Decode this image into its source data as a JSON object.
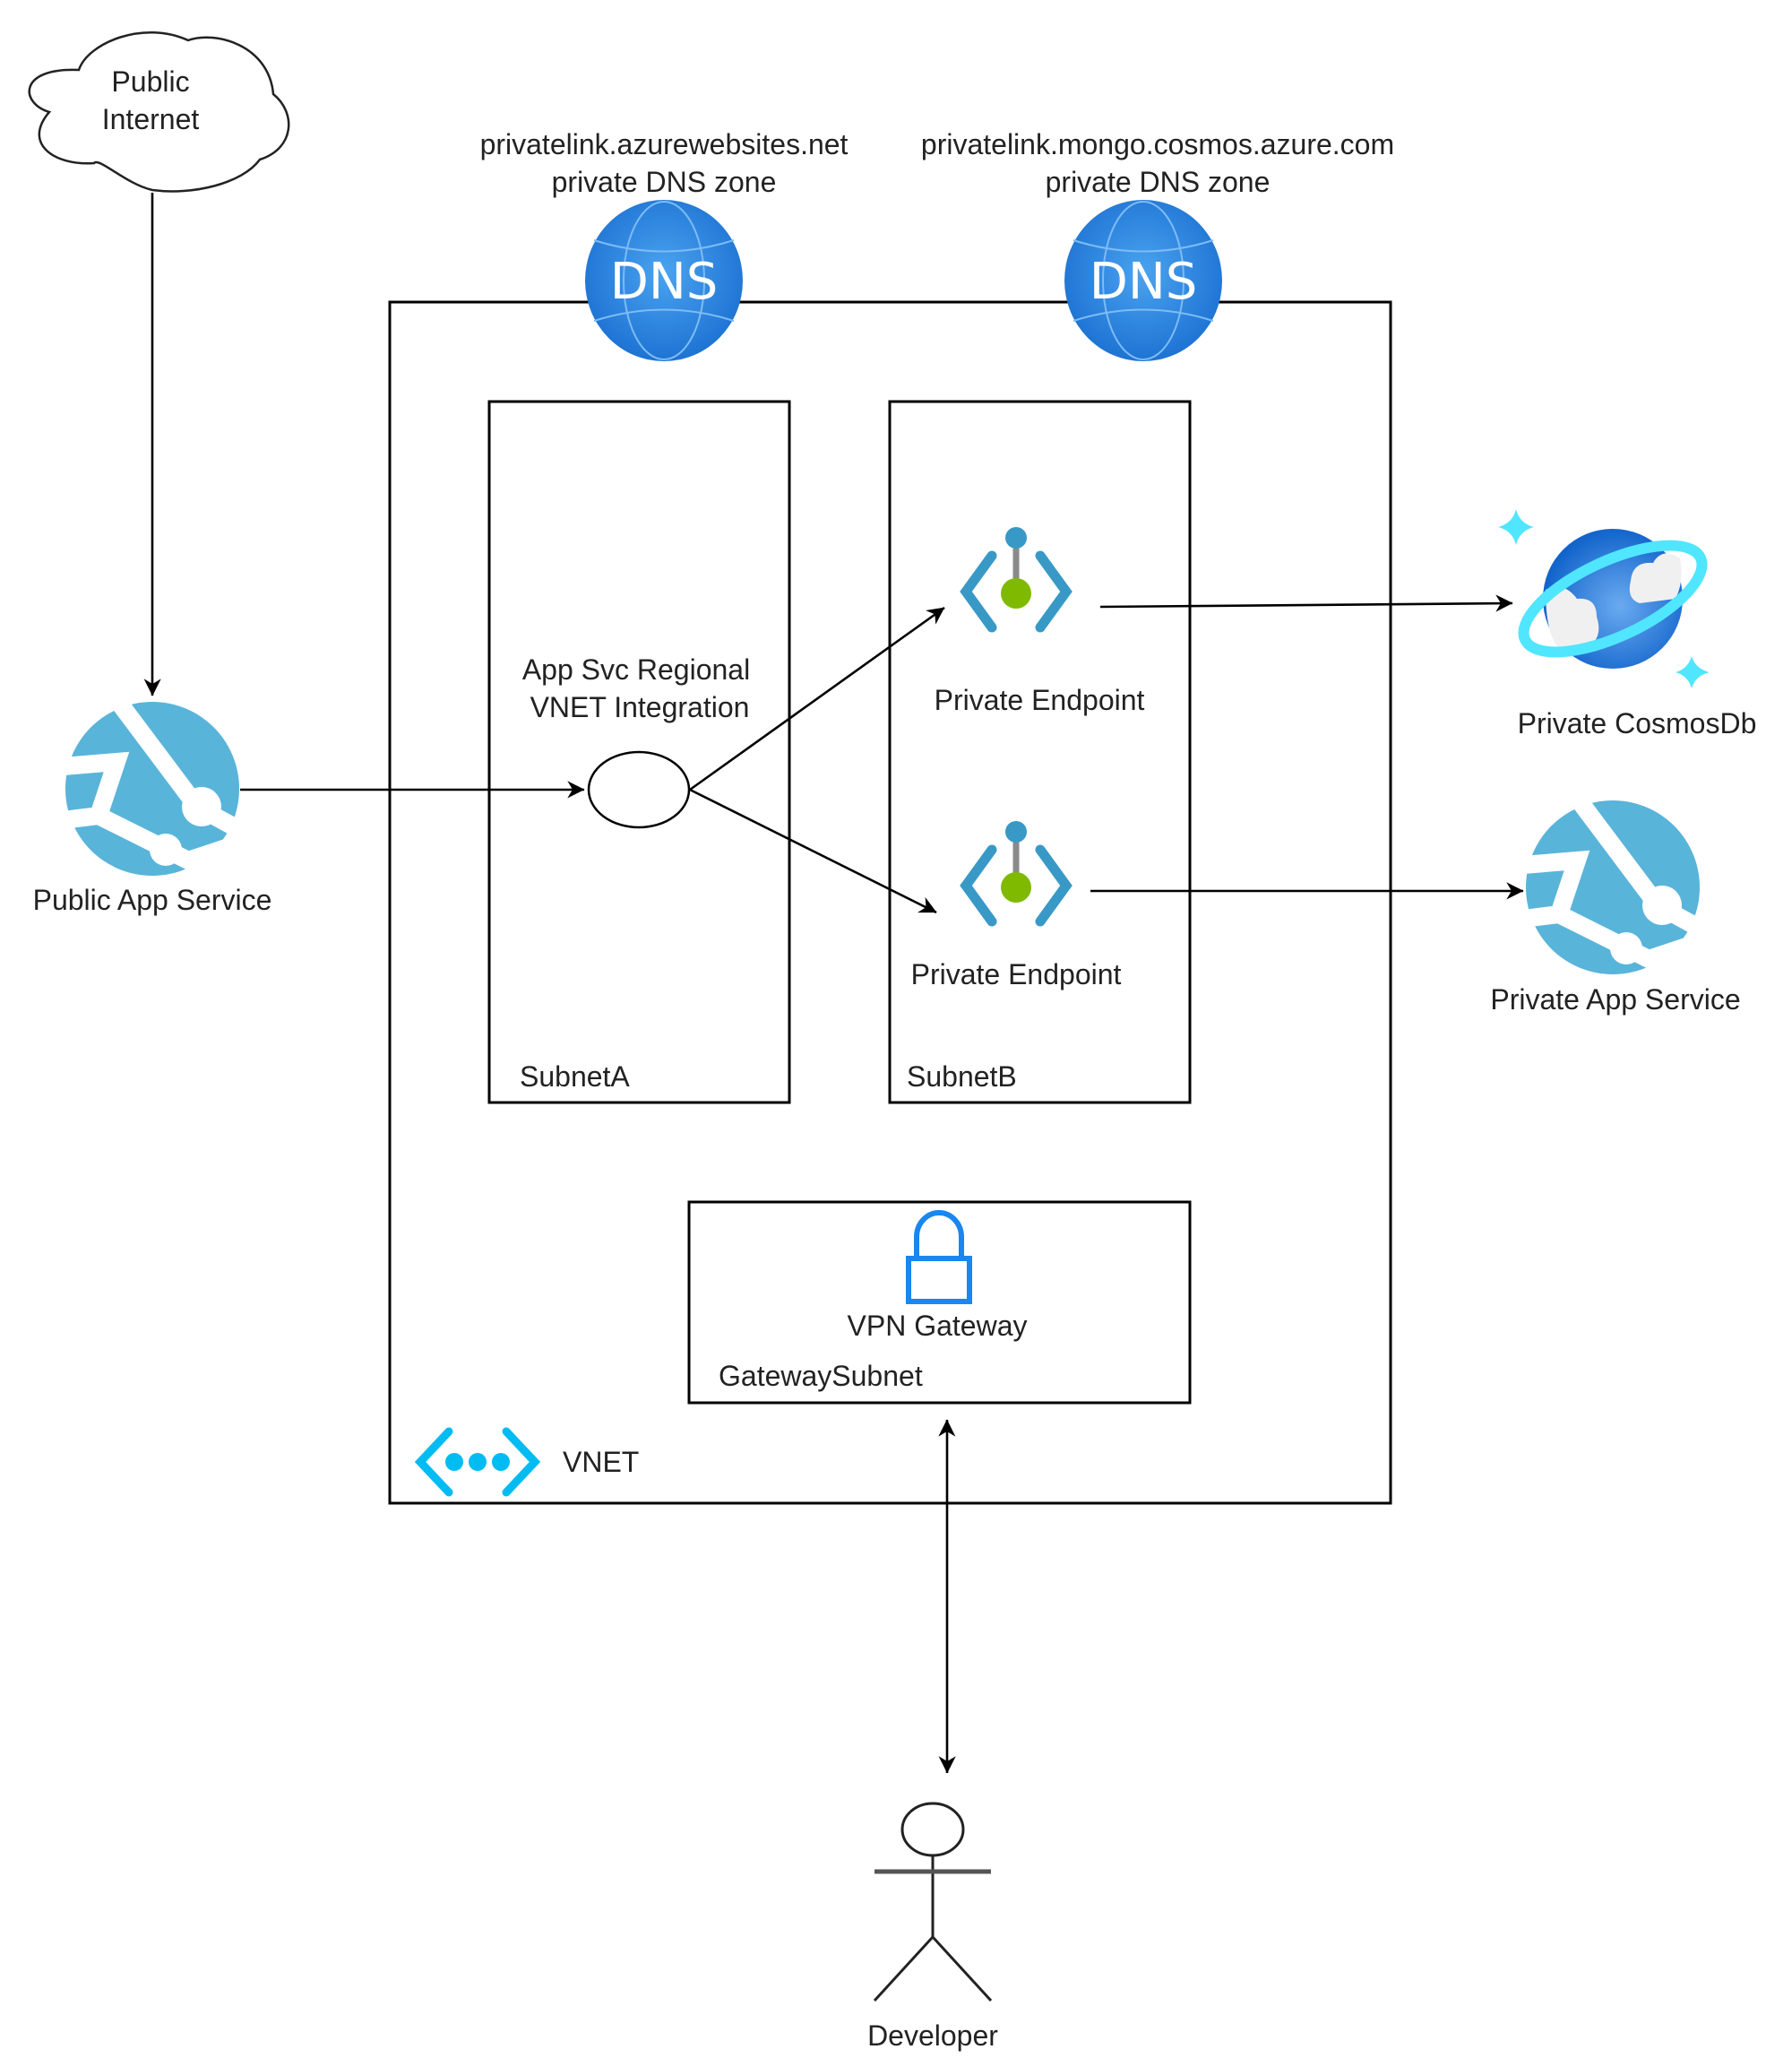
{
  "diagram": {
    "nodes": {
      "public_internet": {
        "line1": "Public",
        "line2": "Internet"
      },
      "public_app_service": {
        "label": "Public App Service"
      },
      "dns_zone_websites": {
        "line1": "privatelink.azurewebsites.net",
        "line2": "private DNS zone",
        "icon_text": "DNS"
      },
      "dns_zone_cosmos": {
        "line1": "privatelink.mongo.cosmos.azure.com",
        "line2": "private DNS zone",
        "icon_text": "DNS"
      },
      "vnet": {
        "label": "VNET"
      },
      "subnet_a": {
        "label": "SubnetA"
      },
      "subnet_b": {
        "label": "SubnetB"
      },
      "vnet_integration": {
        "line1": "App Svc Regional",
        "line2": "VNET Integration"
      },
      "private_endpoint_1": {
        "label": "Private Endpoint"
      },
      "private_endpoint_2": {
        "label": "Private Endpoint"
      },
      "private_cosmosdb": {
        "label": "Private CosmosDb"
      },
      "private_app_service": {
        "label": "Private App Service"
      },
      "gateway_subnet": {
        "label": "GatewaySubnet"
      },
      "vpn_gateway": {
        "label": "VPN Gateway"
      },
      "developer": {
        "label": "Developer"
      }
    },
    "edges": [
      {
        "from": "Public Internet",
        "to": "Public App Service",
        "direction": "forward"
      },
      {
        "from": "Public App Service",
        "to": "App Svc Regional VNET Integration",
        "direction": "forward"
      },
      {
        "from": "App Svc Regional VNET Integration",
        "to": "Private Endpoint (CosmosDb)",
        "direction": "forward"
      },
      {
        "from": "App Svc Regional VNET Integration",
        "to": "Private Endpoint (App Service)",
        "direction": "forward"
      },
      {
        "from": "Private Endpoint (CosmosDb)",
        "to": "Private CosmosDb",
        "direction": "forward"
      },
      {
        "from": "Private Endpoint (App Service)",
        "to": "Private App Service",
        "direction": "forward"
      },
      {
        "from": "Developer",
        "to": "GatewaySubnet",
        "direction": "both"
      }
    ],
    "colors": {
      "app_service": "#59b4d9",
      "dns_blue": "#1e78d8",
      "endpoint_blue": "#3999c6",
      "endpoint_green": "#7fba00",
      "endpoint_stem": "#8a8a8a",
      "cosmos_ring": "#50e6ff",
      "cosmos_globe": "#2b7de0",
      "vpn_lock": "#1a86f0",
      "vnet_icon": "#00bcf2",
      "line": "#000000"
    }
  }
}
